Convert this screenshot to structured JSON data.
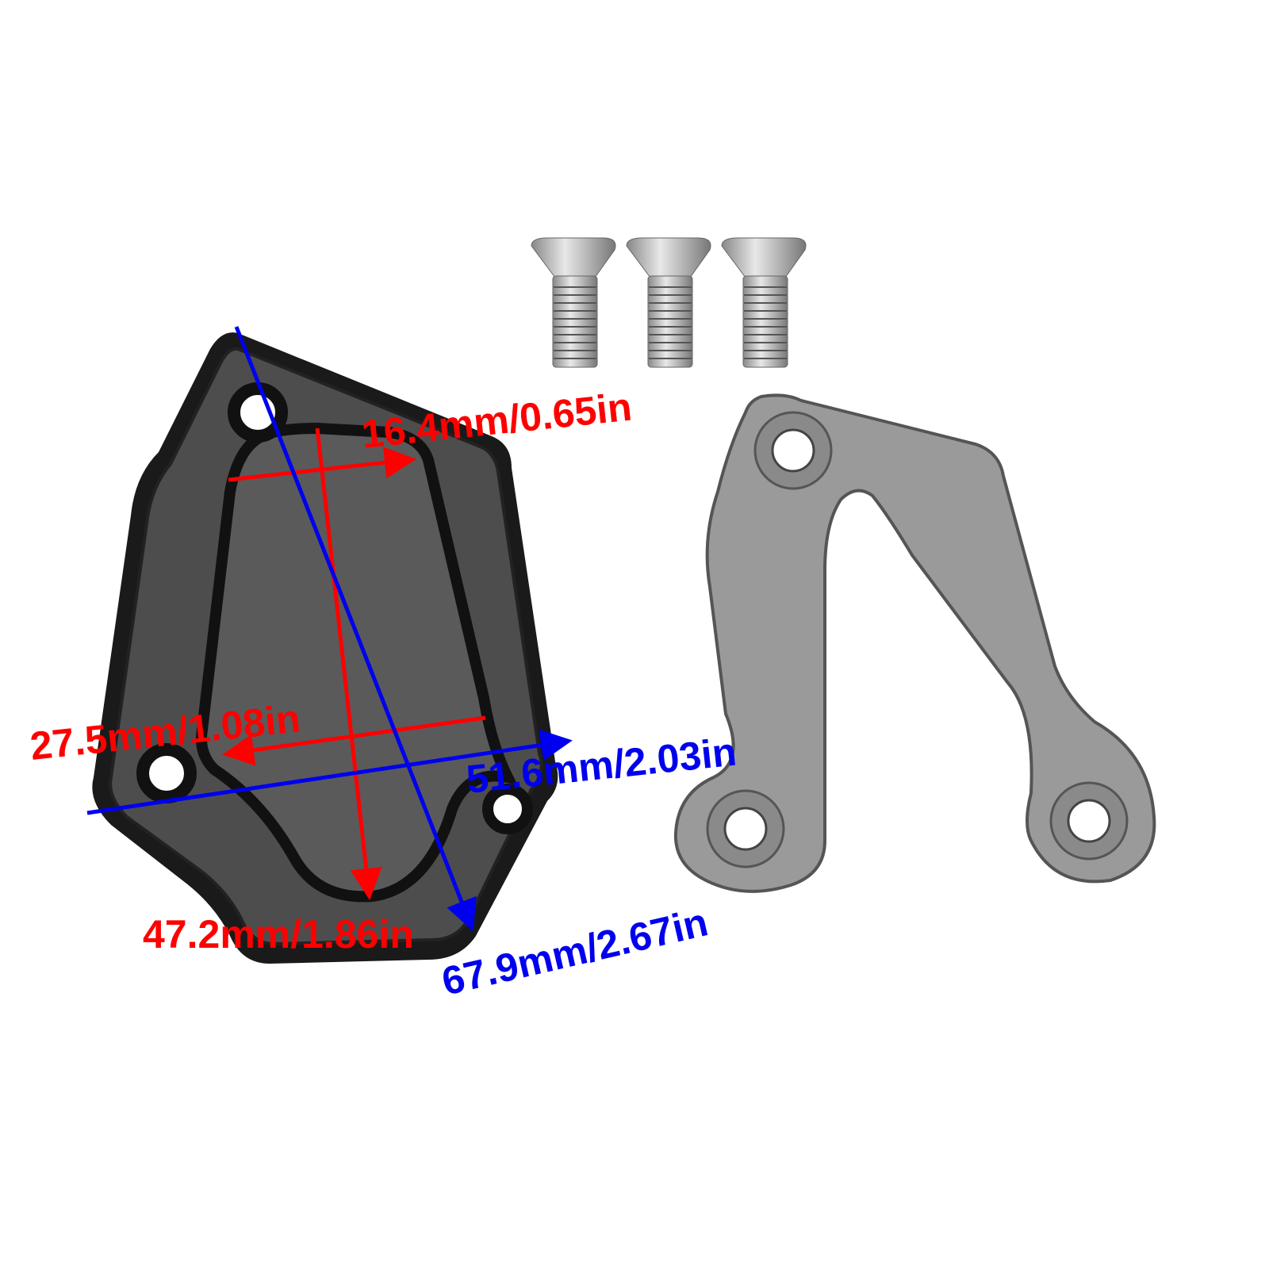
{
  "image": {
    "subject": "Motorcycle kickstand side stand enlarger pad with mounting bracket and screws",
    "colors": {
      "background": "#ffffff",
      "pad": "#1a1a1a",
      "pad_face": "#4a4a4a",
      "bracket": "#9a9a9a",
      "screw": "#b8b8b8",
      "red_dim": "#ff0000",
      "blue_dim": "#0000ee"
    }
  },
  "dimensions": {
    "top_width": "16.4mm/0.65in",
    "mid_width": "27.5mm/1.08in",
    "full_width": "51.6mm/2.03in",
    "inner_height": "47.2mm/1.86in",
    "full_diagonal": "67.9mm/2.67in"
  },
  "parts": {
    "screws_count": 3
  }
}
